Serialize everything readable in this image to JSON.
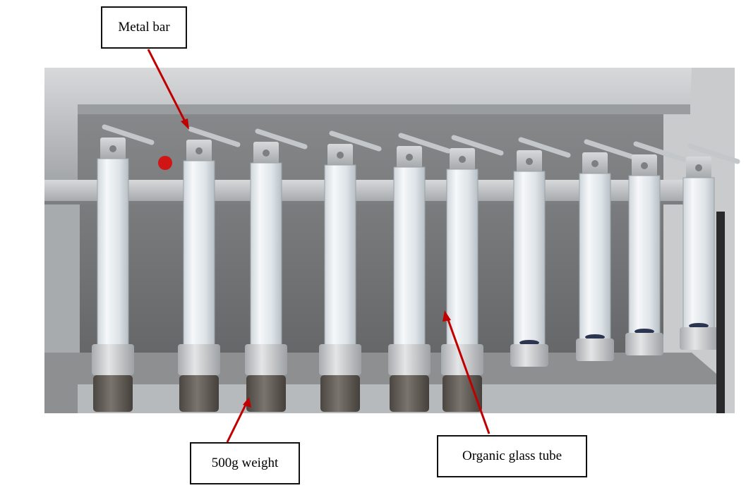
{
  "labels": {
    "metal_bar": "Metal bar",
    "weight": "500g weight",
    "tube": "Organic glass tube"
  },
  "colors": {
    "arrow": "#c00000",
    "steel": "#b9bcbf",
    "dark_steel": "#6b6a69",
    "weight_top": "#c9cacc",
    "weight_bottom": "#5e5954",
    "tube_glass": "#e9eef2"
  }
}
